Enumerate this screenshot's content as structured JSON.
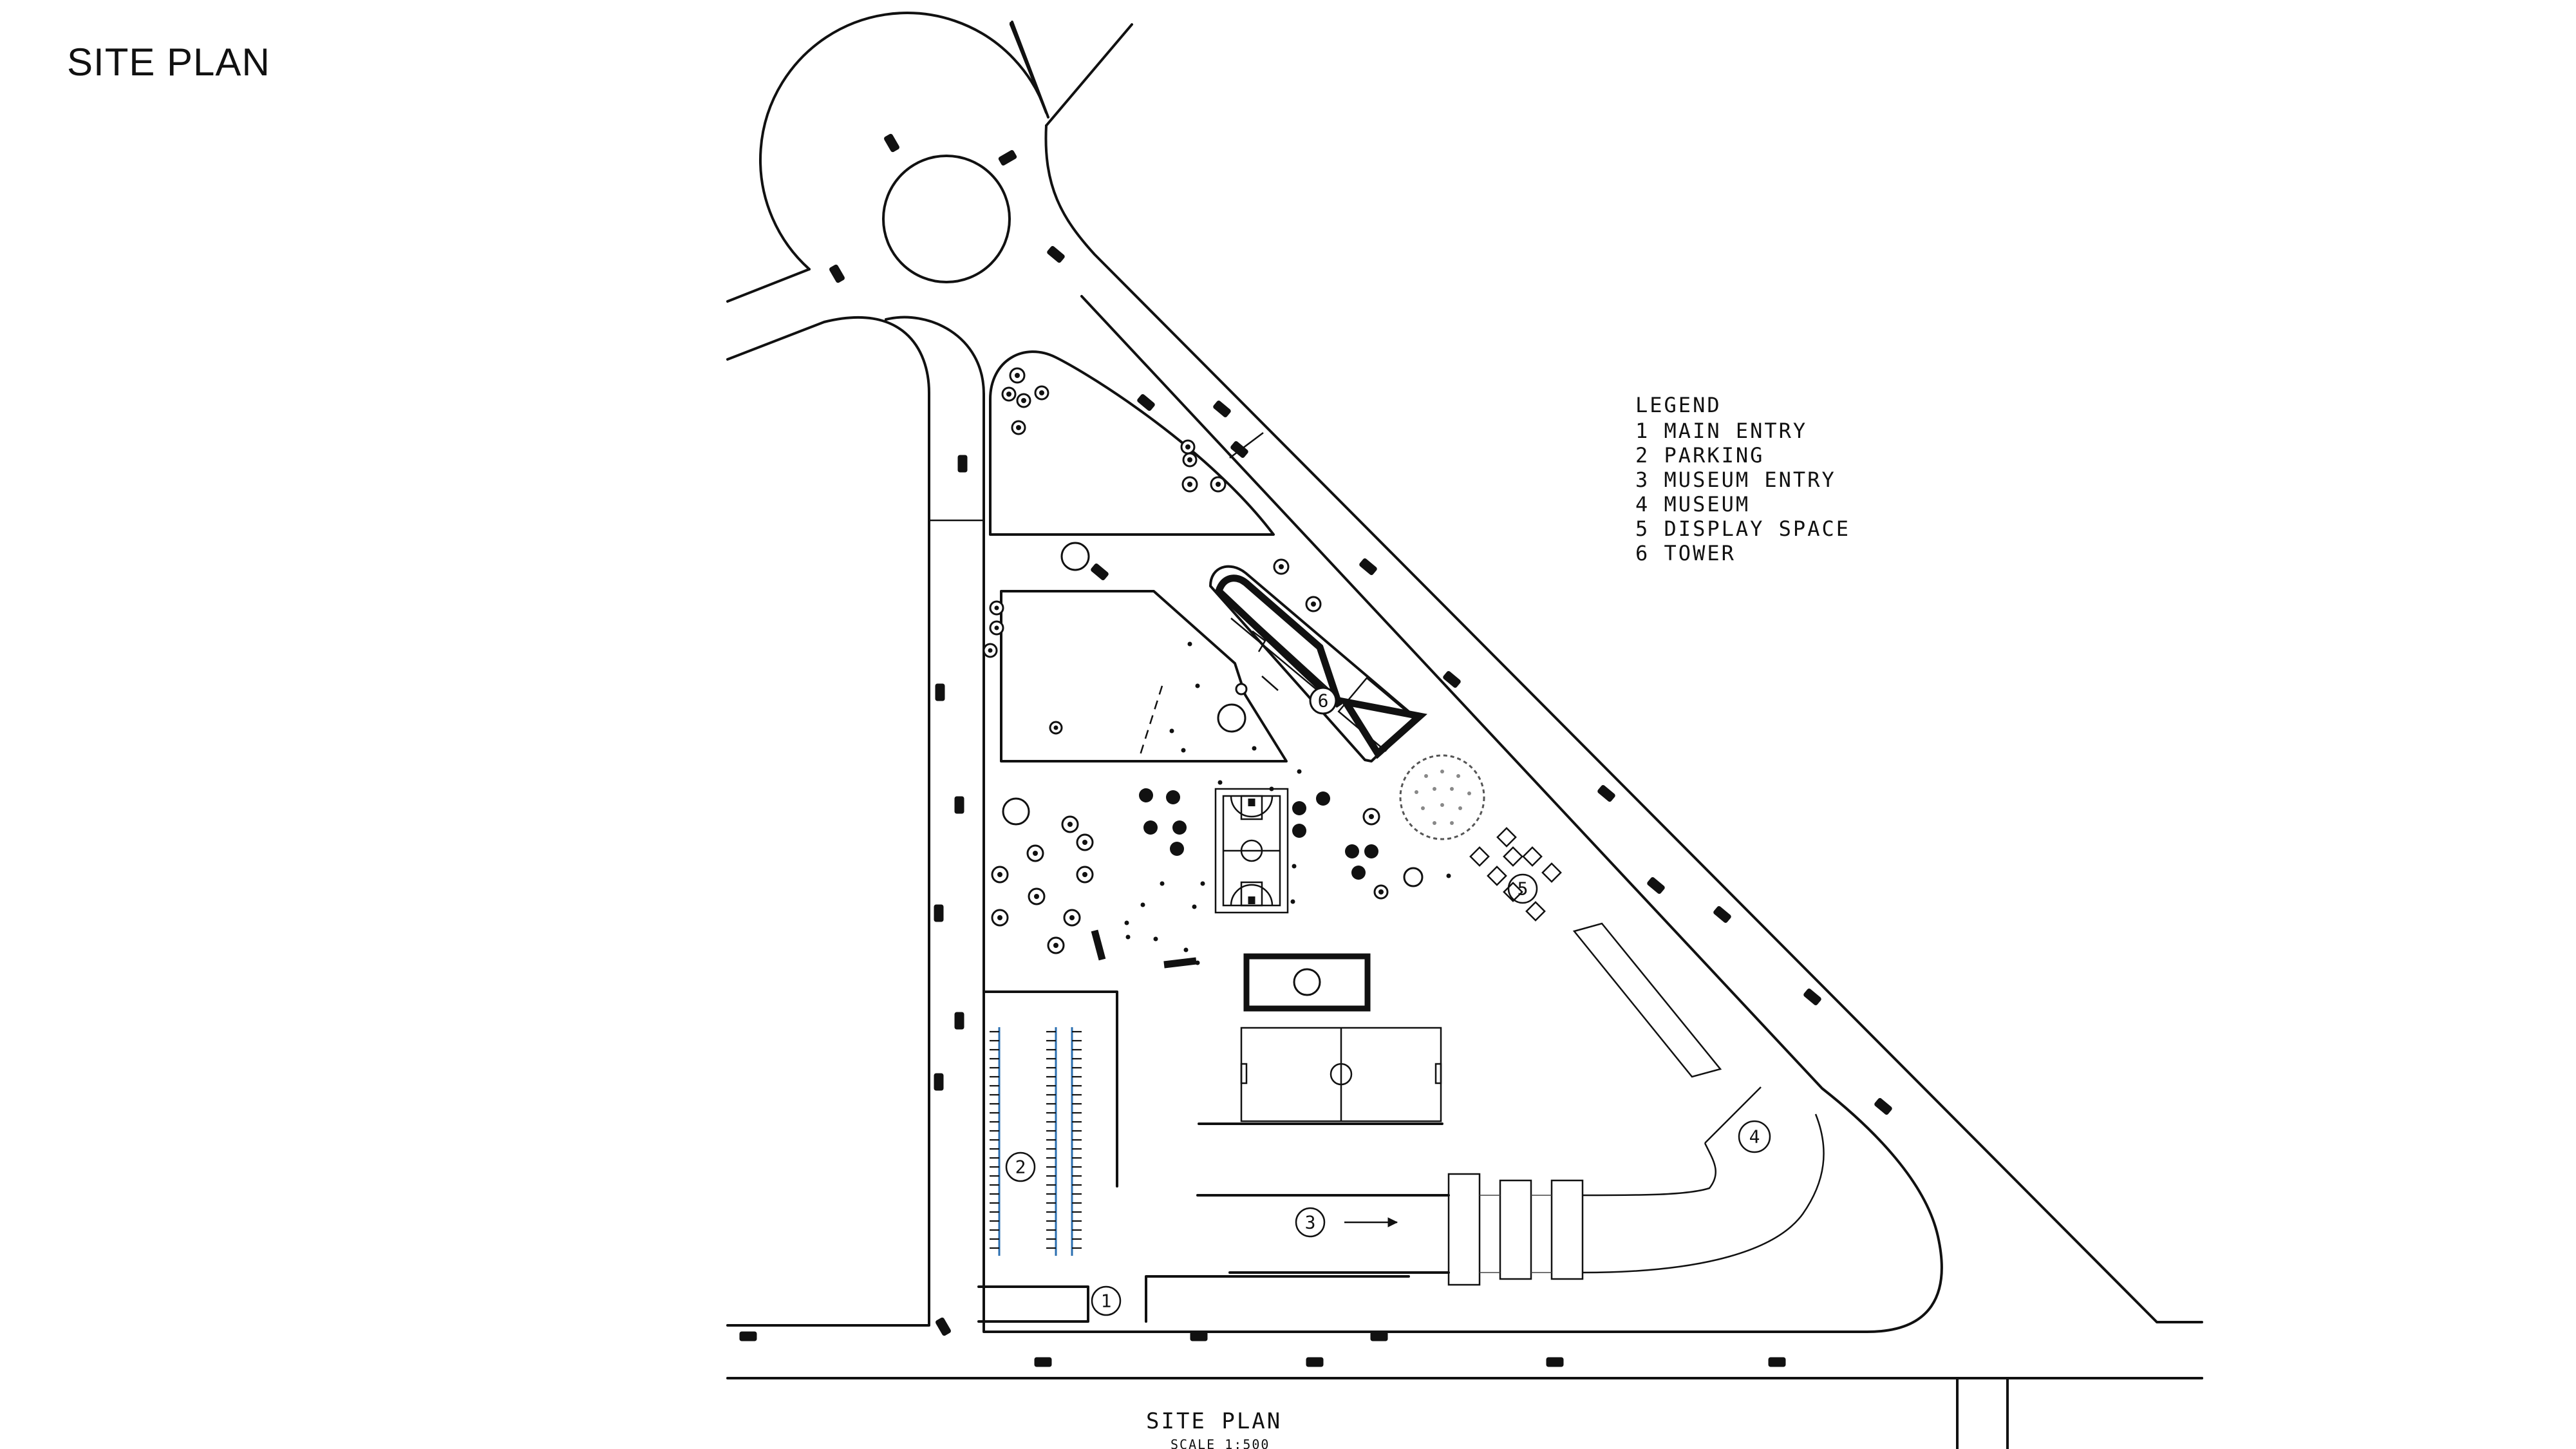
{
  "page_title": "SITE PLAN",
  "legend": {
    "title": "LEGEND",
    "items": [
      "1 MAIN ENTRY",
      "2 PARKING",
      "3 MUSEUM ENTRY",
      "4 MUSEUM",
      "5 DISPLAY SPACE",
      "6 TOWER"
    ]
  },
  "markers": [
    "1",
    "2",
    "3",
    "4",
    "5",
    "6"
  ],
  "drawing_caption": "SITE PLAN",
  "scale_label": "SCALE 1:500"
}
